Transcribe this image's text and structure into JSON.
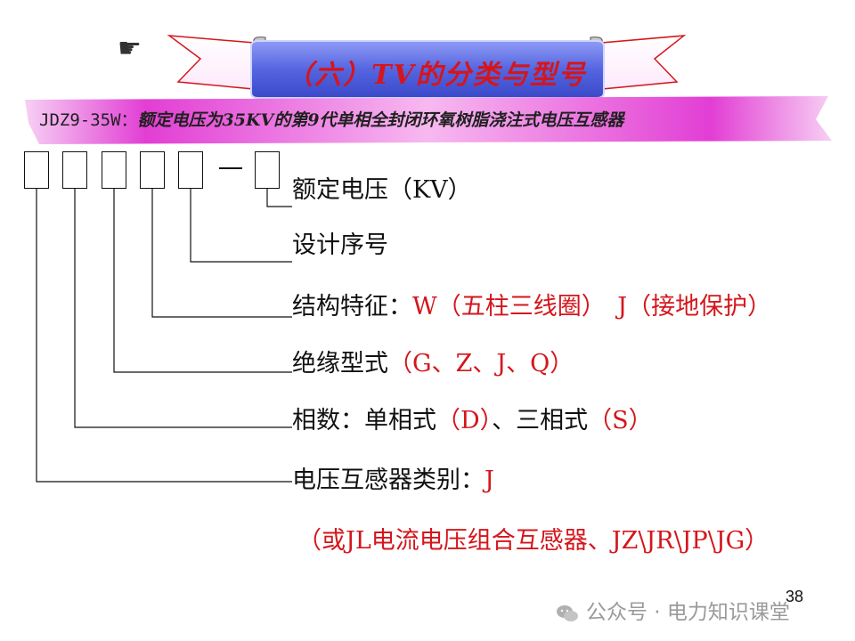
{
  "header": {
    "title": "（六）TV的分类与型号",
    "subtitle_model": "JDZ9-35W：",
    "subtitle_desc": "额定电压为35KV的第9代单相全封闭环氧树脂浇注式电压互感器"
  },
  "diagram": {
    "separator": "—",
    "rows": [
      {
        "label": "额定电压（KV）",
        "value": ""
      },
      {
        "label": "设计序号",
        "value": ""
      },
      {
        "label": "结构特征：",
        "value": "W（五柱三线圈）　J（接地保护）"
      },
      {
        "label": "绝缘型式",
        "value": "（G、Z、J、Q）"
      },
      {
        "label": "相数：单相式",
        "value": "（D）",
        "label2": "、三相式",
        "value2": "（S）"
      },
      {
        "label": "电压互感器类别：",
        "value": "J"
      }
    ],
    "note": "（或JL电流电压组合互感器、JZ\\JR\\JP\\JG）"
  },
  "footer": {
    "page_number": "38",
    "watermark": "公众号 · 电力知识课堂"
  },
  "colors": {
    "accent_red": "#d4161c",
    "banner_blue": "#5b6ce0",
    "subtitle_pink": "#e64bd6"
  },
  "icons": {
    "pointer": "pointing-hand-icon",
    "watermark": "wechat-icon"
  }
}
